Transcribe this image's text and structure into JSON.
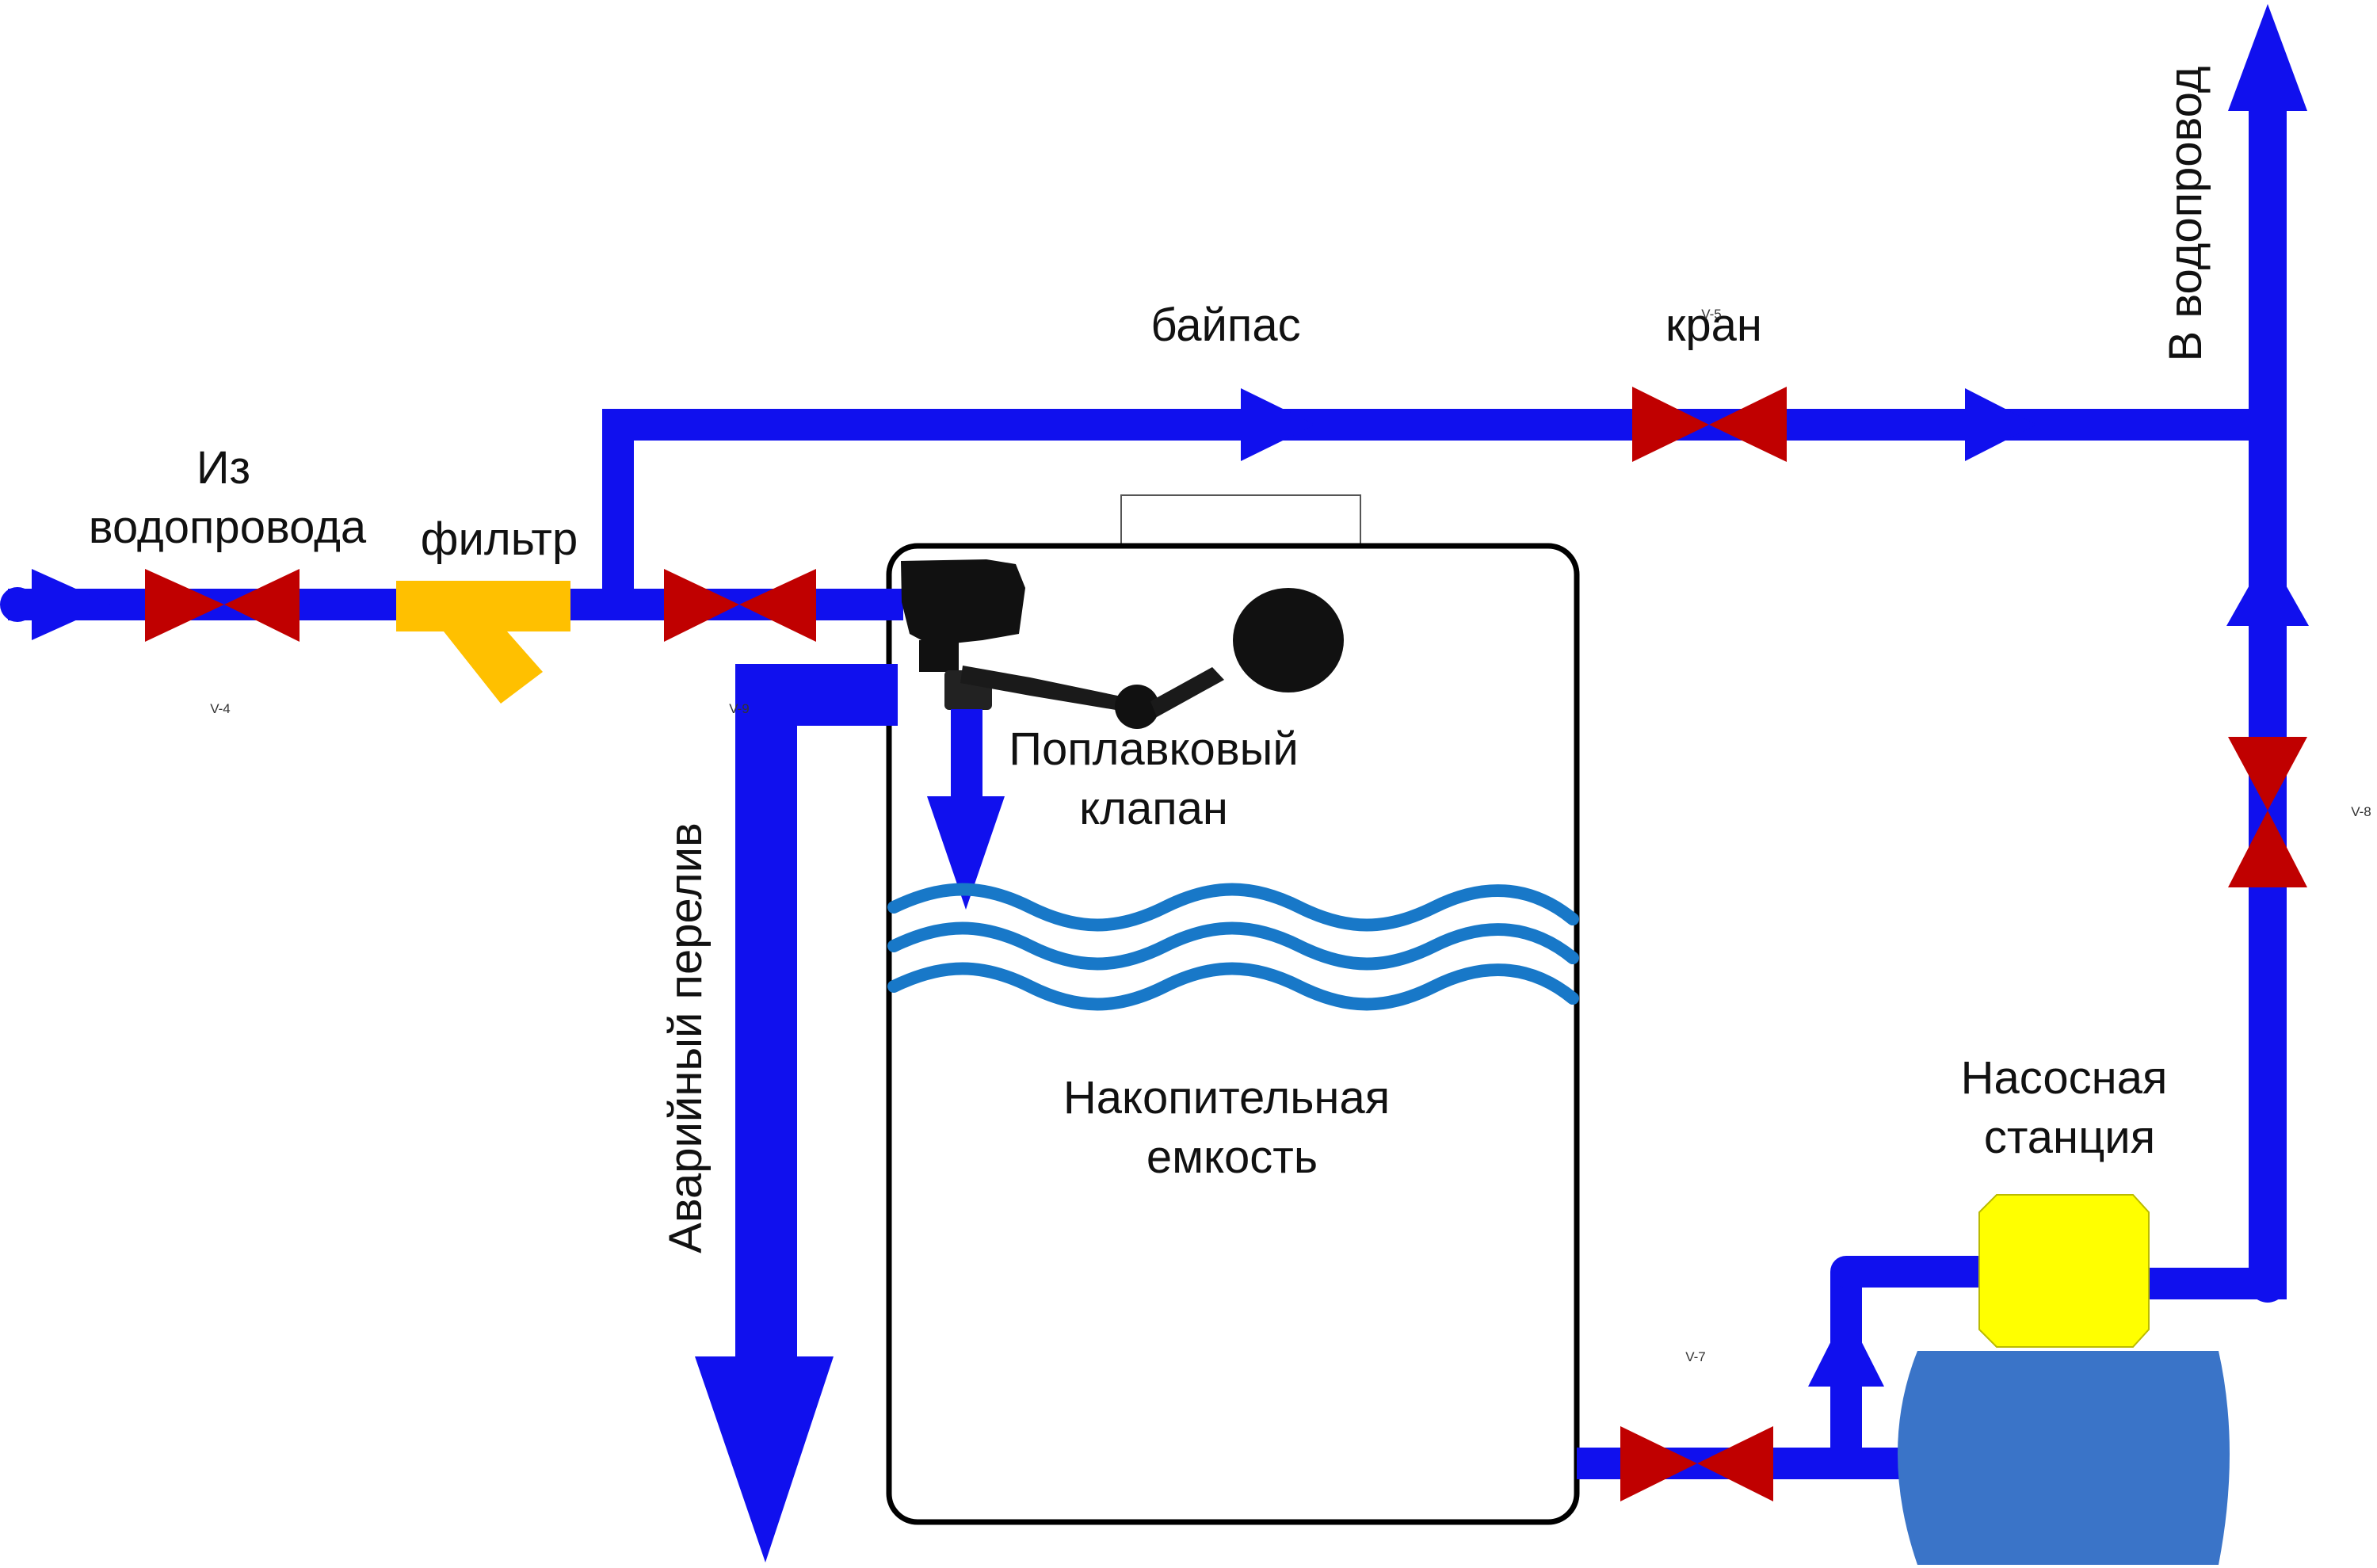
{
  "diagram": {
    "labels": {
      "inlet_line1": "Из",
      "inlet_line2": "водопровода",
      "filter": "фильтр",
      "bypass": "байпас",
      "bypass_valve": "кран",
      "outlet": "В водопровод",
      "float_valve_line1": "Поплавковый",
      "float_valve_line2": "клапан",
      "overflow": "Аварийный перелив",
      "tank_line1": "Накопительная",
      "tank_line2": "емкость",
      "pump_line1": "Насосная",
      "pump_line2": "станция"
    },
    "valve_tags": {
      "v4": "V-4",
      "v9": "V-9",
      "v5": "V-5",
      "v7": "V-7",
      "v8": "V-8"
    },
    "colors": {
      "pipe": "#1010ee",
      "valve": "#c00000",
      "filter": "#ffc000",
      "water": "#1878c8",
      "pump_tank": "#3a74c8",
      "pump_motor": "#ffff00",
      "float": "#111111",
      "tank_outline": "#000000"
    }
  }
}
